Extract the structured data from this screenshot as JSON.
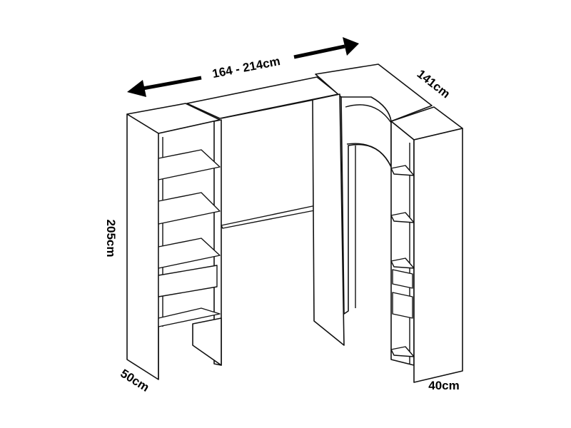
{
  "dimensions": {
    "width_range": "164 - 214cm",
    "side_depth": "141cm",
    "height": "205cm",
    "left_depth": "50cm",
    "right_depth": "40cm"
  },
  "colors": {
    "line": "#111111",
    "fill": "#ffffff",
    "text": "#000000"
  }
}
